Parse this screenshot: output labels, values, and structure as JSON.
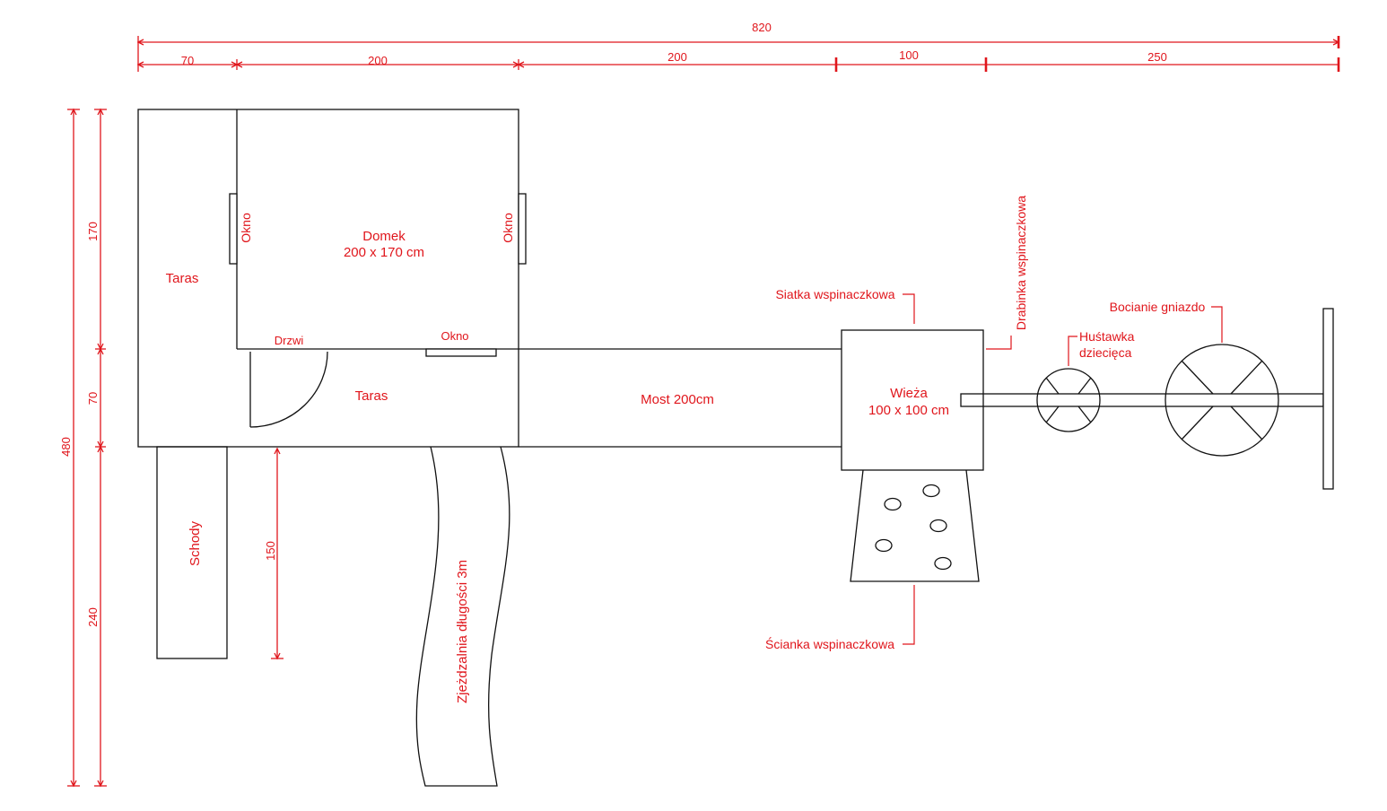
{
  "dimensions": {
    "total_width": "820",
    "w_taras": "70",
    "w_domek": "200",
    "w_most": "200",
    "w_wieza": "100",
    "w_rest": "250",
    "total_height": "480",
    "h_domek": "170",
    "h_taras": "70",
    "h_schody": "240",
    "h_step": "150"
  },
  "labels": {
    "taras_top": "Taras",
    "taras_bottom": "Taras",
    "domek_line1": "Domek",
    "domek_line2": "200 x 170 cm",
    "okno_left": "Okno",
    "okno_right": "Okno",
    "okno_bottom": "Okno",
    "drzwi": "Drzwi",
    "most": "Most 200cm",
    "wieza_line1": "Wieża",
    "wieza_line2": "100 x 100 cm",
    "schody": "Schody",
    "zjezdzalnia": "Zjeżdzalnia długości 3m",
    "siatka": "Siatka wspinaczkowa",
    "drabinka": "Drabinka wspinaczkowa",
    "hustawka_line1": "Huśtawka",
    "hustawka_line2": "dziecięca",
    "bocianie": "Bocianie gniazdo",
    "scianka": "Ścianka wspinaczkowa"
  },
  "colors": {
    "dimension_red": "#e0161c",
    "line_black": "#111111"
  }
}
